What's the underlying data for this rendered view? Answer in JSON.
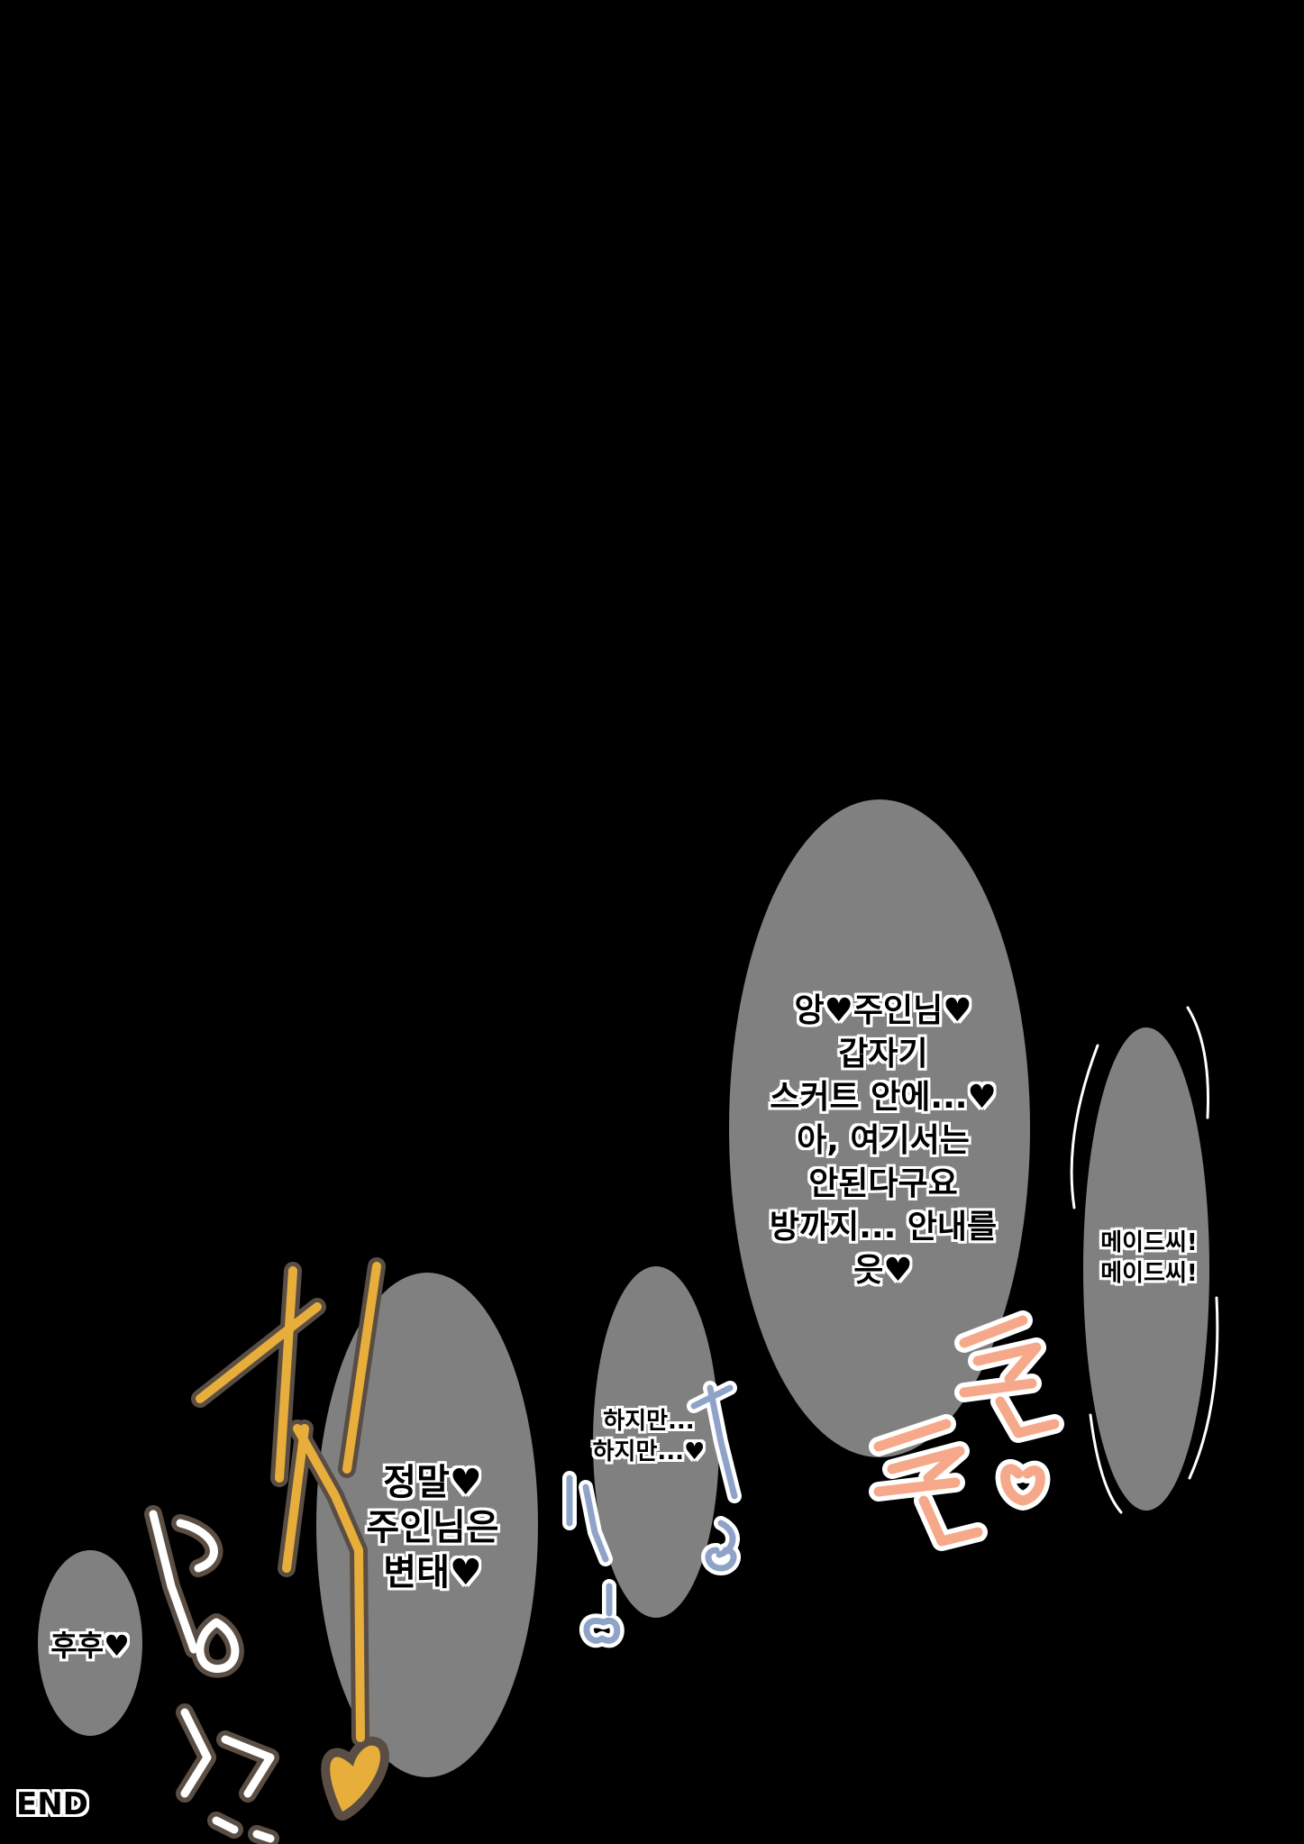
{
  "bubbles": {
    "main": "앙♥주인님♥\n갑자기\n스커트 안에...♥\n아, 여기서는\n안된다구요\n방까지... 안내를\n읏♥",
    "maid": "메이드씨!\n메이드씨!",
    "but": "하지만...\n하지만...♥",
    "really": "정말♥\n주인님은\n변태♥",
    "fufu": "후후♥"
  },
  "end_label": "END",
  "colors": {
    "background": "#000000",
    "bubble": "#808080",
    "sfx_orange": "#E8AE3C",
    "sfx_peach": "#F6A98A",
    "sfx_blue": "#8FA3C8",
    "sfx_white": "#FFFFFF",
    "outline": "#5A4E44"
  }
}
